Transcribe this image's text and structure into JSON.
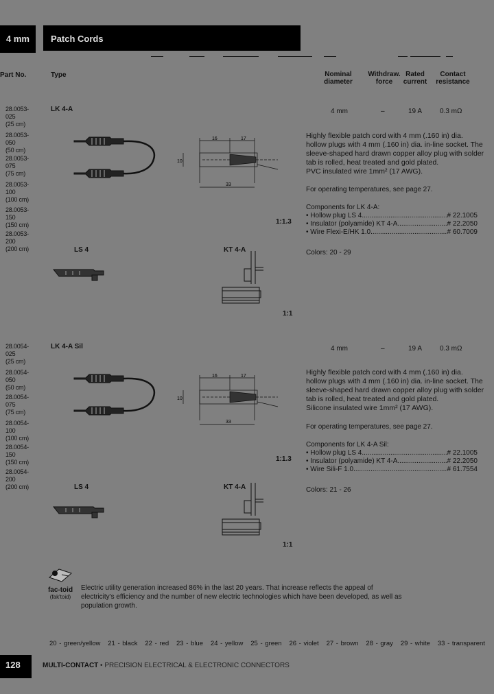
{
  "header": {
    "section_tab": "4 mm",
    "title": "Patch Cords"
  },
  "columns": {
    "part_no": "Part No.",
    "type": "Type",
    "nominal_diameter": [
      "Nominal",
      "diameter"
    ],
    "withdraw_force": [
      "Withdraw.",
      "force"
    ],
    "rated_current": [
      "Rated",
      "current"
    ],
    "contact_resistance": [
      "Contact",
      "resistance"
    ]
  },
  "products": [
    {
      "type": "LK 4-A",
      "parts": [
        {
          "no": "28.0053-025",
          "len": "(25 cm)"
        },
        {
          "no": "28.0053-050",
          "len": "(50 cm)"
        },
        {
          "no": "28.0053-075",
          "len": "(75 cm)"
        },
        {
          "no": "28.0053-100",
          "len": "(100 cm)"
        },
        {
          "no": "28.0053-150",
          "len": "(150 cm)"
        },
        {
          "no": "28.0053-200",
          "len": "(200 cm)"
        }
      ],
      "diameter": "4 mm",
      "force": "–",
      "current": "19 A",
      "resistance": "0.3 mΩ",
      "description": "Highly flexible patch cord with 4 mm (.160 in) dia. hollow plugs with 4 mm (.160 in) dia. in-line socket. The sleeve-shaped hard drawn copper alloy plug with solder tab is rolled, heat treated and gold plated.",
      "wire_text": "PVC insulated wire 1mm² (17 AWG).",
      "temp_note": "For operating temperatures, see page 27.",
      "components_title": "Components for LK 4-A:",
      "components": [
        {
          "name": "• Hollow plug LS 4",
          "num": "# 22.1005"
        },
        {
          "name": "• Insulator (polyamide) KT 4-A",
          "num": "# 22.2050"
        },
        {
          "name": "• Wire Flexi-E/HK 1.0",
          "num": "# 60.7009"
        }
      ],
      "colors_text": "Colors: 20 - 29",
      "scale_drawing": "1:1.3",
      "dim_labels": [
        "16",
        "17",
        "10",
        "33"
      ],
      "sub_label_left": "LS 4",
      "sub_label_right": "KT 4-A",
      "scale_parts": "1:1"
    },
    {
      "type": "LK 4-A Sil",
      "parts": [
        {
          "no": "28.0054-025",
          "len": "(25 cm)"
        },
        {
          "no": "28.0054-050",
          "len": "(50 cm)"
        },
        {
          "no": "28.0054-075",
          "len": "(75 cm)"
        },
        {
          "no": "28.0054-100",
          "len": "(100 cm)"
        },
        {
          "no": "28.0054-150",
          "len": "(150 cm)"
        },
        {
          "no": "28.0054-200",
          "len": "(200 cm)"
        }
      ],
      "diameter": "4 mm",
      "force": "–",
      "current": "19 A",
      "resistance": "0.3 mΩ",
      "description": "Highly flexible patch cord with 4 mm (.160 in) dia. hollow plugs with 4 mm (.160 in) dia. in-line socket. The sleeve-shaped hard drawn copper alloy plug with solder tab is rolled, heat treated and gold plated.",
      "wire_text": "Silicone insulated wire 1mm² (17 AWG).",
      "temp_note": "For operating temperatures, see page 27.",
      "components_title": "Components for LK 4-A Sil:",
      "components": [
        {
          "name": "• Hollow plug LS 4",
          "num": "# 22.1005"
        },
        {
          "name": "• Insulator (polyamide) KT 4-A",
          "num": "# 22.2050"
        },
        {
          "name": "• Wire Sili-F 1.0",
          "num": "# 61.7554"
        }
      ],
      "colors_text": "Colors: 21 - 26",
      "scale_drawing": "1:1.3",
      "dim_labels": [
        "16",
        "17",
        "10",
        "33"
      ],
      "sub_label_left": "LS 4",
      "sub_label_right": "KT 4-A",
      "scale_parts": "1:1"
    }
  ],
  "factoid": {
    "logo_word": "fac-toid",
    "logo_pron": "(fak'toid)",
    "text": "Electric utility generation increased 86% in the last 20 years. That increase reflects the appeal of electricity's efficiency and the number of new electric technologies which have been developed, as well as population growth."
  },
  "color_codes": "20 - green/yellow   21 - black   22 - red   23 - blue   24 - yellow   25 - green   26 - violet   27 - brown   28 - gray   29 - white   33 - transparent",
  "footer": {
    "page_number": "128",
    "brand": "MULTI-CONTACT",
    "tagline": " • PRECISION ELECTRICAL & ELECTRONIC CONNECTORS"
  }
}
